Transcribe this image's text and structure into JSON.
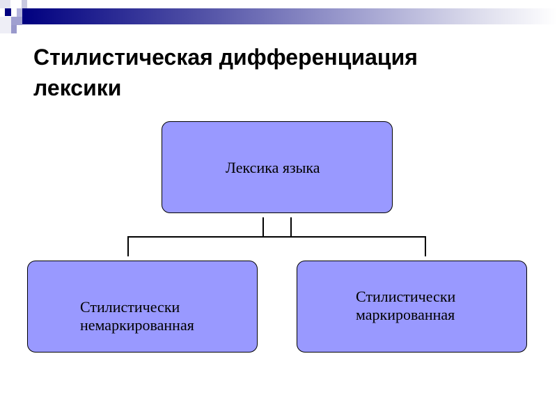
{
  "slide": {
    "title_line1": "Стилистическая дифференциация",
    "title_line2": "лексики"
  },
  "diagram": {
    "root": "Лексика языка",
    "left_line1": "Стилистически",
    "left_line2": "немаркированная",
    "right_line1": "Стилистически",
    "right_line2": "маркированная"
  },
  "colors": {
    "box_fill": "#9999ff",
    "accent": "#000080"
  }
}
